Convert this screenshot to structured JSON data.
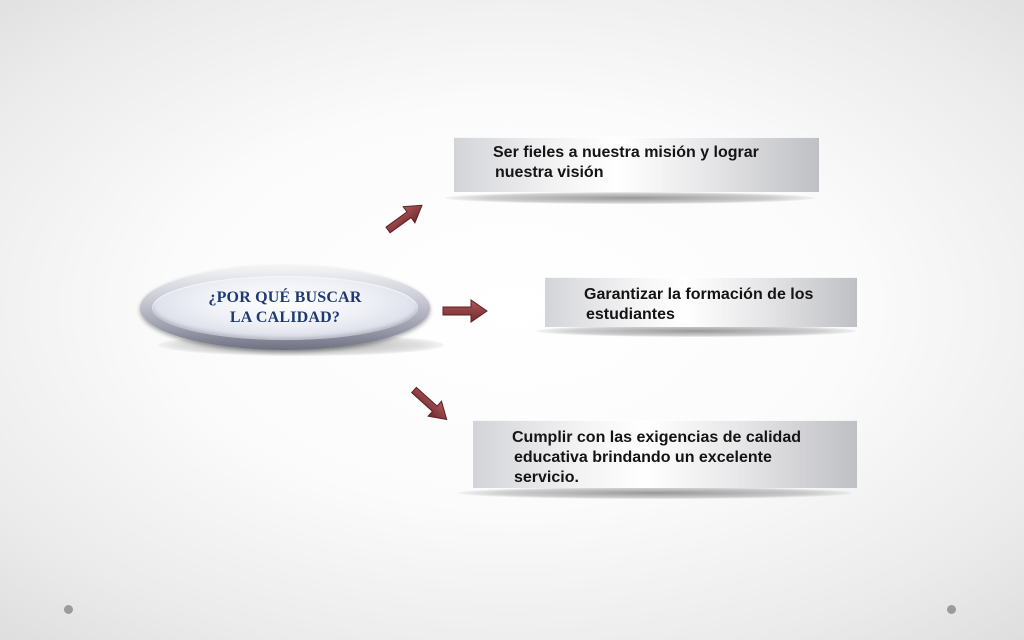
{
  "center": {
    "lines": [
      "¿POR QUÉ BUSCAR",
      "LA CALIDAD?"
    ]
  },
  "boxes": [
    {
      "lines": [
        "Ser fieles a nuestra misión y lograr",
        "nuestra visión"
      ]
    },
    {
      "lines": [
        "Garantizar la formación de los",
        "estudiantes"
      ]
    },
    {
      "lines": [
        "Cumplir con las exigencias  de calidad",
        "educativa brindando un excelente",
        "servicio."
      ]
    }
  ],
  "colors": {
    "arrow": "#8b3a3c",
    "title_text": "#1f3a73"
  },
  "icons": {
    "arrow_up": "arrow-up-right-icon",
    "arrow_right": "arrow-right-icon",
    "arrow_down": "arrow-down-right-icon"
  }
}
